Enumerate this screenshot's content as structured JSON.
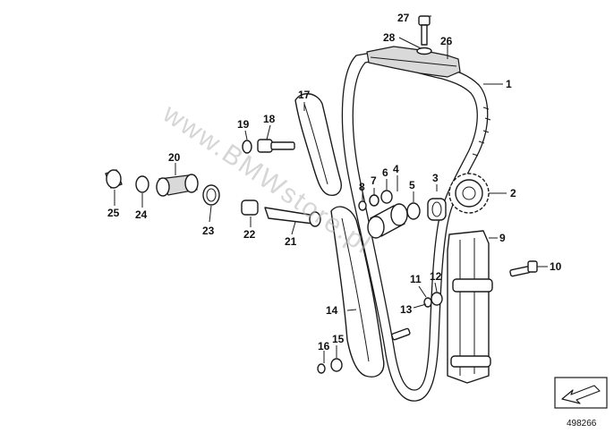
{
  "watermark": "www.BMWstore.pl",
  "reference_number": "498266",
  "icon": "view-direction-arrow-icon",
  "callouts": [
    "1",
    "2",
    "3",
    "4",
    "5",
    "6",
    "7",
    "8",
    "9",
    "10",
    "11",
    "12",
    "13",
    "14",
    "15",
    "16",
    "17",
    "18",
    "19",
    "20",
    "21",
    "22",
    "23",
    "24",
    "25",
    "26",
    "27",
    "28"
  ]
}
